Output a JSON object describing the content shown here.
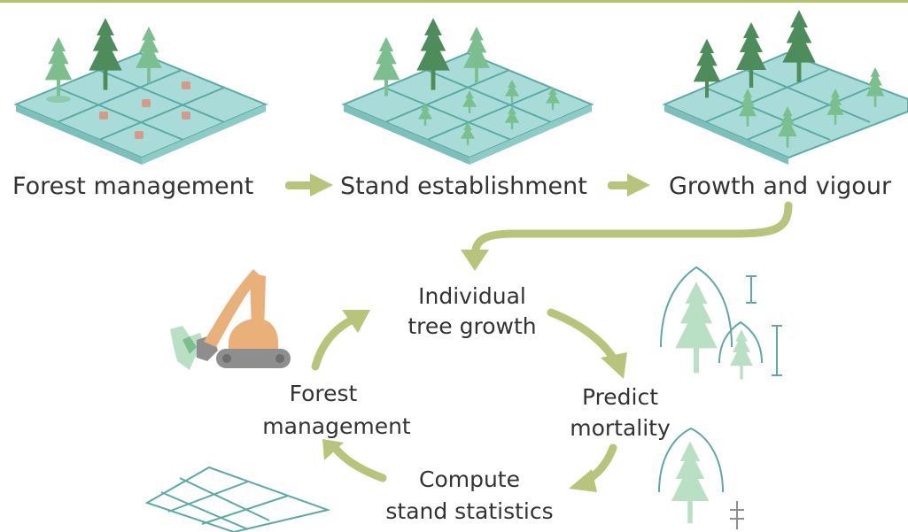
{
  "stages": [
    {
      "label": "Forest management"
    },
    {
      "label": "Stand establishment"
    },
    {
      "label": "Growth and vigour"
    }
  ],
  "cycle": {
    "individual_growth": {
      "line1": "Individual",
      "line2": "tree growth"
    },
    "predict_mortality": {
      "line1": "Predict",
      "line2": "mortality"
    },
    "compute_stats": {
      "line1": "Compute",
      "line2": "stand statistics"
    },
    "forest_management": {
      "line1": "Forest",
      "line2": "management"
    }
  },
  "colors": {
    "accent_line": "#b4c46a",
    "arrow": "#b7c47a",
    "grid_fill": "#a9dcd8",
    "grid_line": "#5aaaa5",
    "tree_dark": "#4f8c5c",
    "tree_light": "#7cbf8f",
    "stump": "#d49a8a",
    "machine": "#e9b07a",
    "machine_gray": "#8e8e8e",
    "leaf_light": "#b9e0c4",
    "crown_line": "#5fa8a6"
  },
  "icons": [
    "forest-plot-cleared-icon",
    "forest-plot-young-icon",
    "forest-plot-mature-icon",
    "harvester-icon",
    "tree-height-icon",
    "tree-mortality-icon",
    "empty-plot-icon"
  ]
}
